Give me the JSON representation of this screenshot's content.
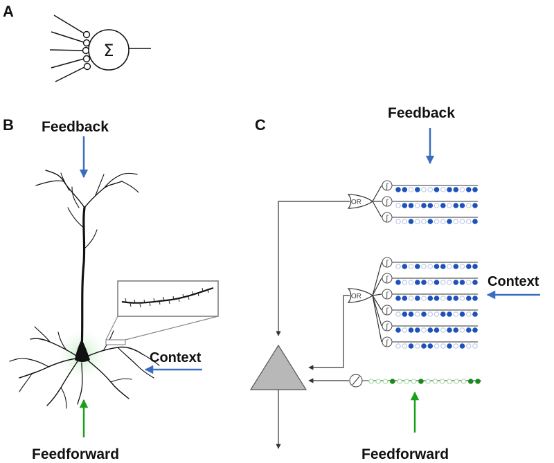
{
  "panels": {
    "a": {
      "letter": "A",
      "summation_symbol": "Σ",
      "input_count": 5
    },
    "b": {
      "letter": "B",
      "feedback_label": "Feedback",
      "context_label": "Context",
      "feedforward_label": "Feedforward"
    },
    "c": {
      "letter": "C",
      "feedback_label": "Feedback",
      "context_label": "Context",
      "feedforward_label": "Feedforward",
      "or_gate_label": "OR",
      "threshold_glyph": "ʃ",
      "feedback_segments": [
        [
          1,
          1,
          0,
          1,
          0,
          0,
          1,
          0,
          1,
          1,
          0,
          1,
          1
        ],
        [
          0,
          1,
          1,
          0,
          1,
          1,
          0,
          1,
          0,
          1,
          1,
          0,
          1
        ],
        [
          0,
          0,
          1,
          0,
          0,
          1,
          0,
          0,
          1,
          0,
          0,
          0,
          1
        ]
      ],
      "context_segments": [
        [
          0,
          1,
          0,
          1,
          0,
          0,
          1,
          1,
          0,
          1,
          0,
          1,
          1
        ],
        [
          1,
          0,
          0,
          1,
          1,
          0,
          1,
          0,
          0,
          1,
          1,
          0,
          1
        ],
        [
          1,
          1,
          0,
          1,
          0,
          1,
          1,
          0,
          1,
          1,
          0,
          1,
          1
        ],
        [
          0,
          1,
          1,
          0,
          1,
          0,
          0,
          1,
          1,
          0,
          1,
          0,
          1
        ],
        [
          1,
          0,
          1,
          1,
          0,
          1,
          1,
          0,
          1,
          1,
          0,
          1,
          1
        ],
        [
          0,
          0,
          1,
          0,
          1,
          1,
          0,
          0,
          1,
          0,
          1,
          0,
          0
        ]
      ],
      "feedforward_segment": [
        0,
        0,
        0,
        1,
        0,
        0,
        0,
        1,
        0,
        0,
        0,
        0,
        0,
        0,
        1,
        1
      ]
    }
  },
  "colors": {
    "feedback_arrow": "#3a6cc0",
    "feedforward_arrow": "#18a018",
    "synapse_active": "#1f52b8",
    "synapse_inactive": "#b9c9ea",
    "ff_active": "#1a8a1a",
    "ff_inactive": "#a6dca6",
    "soma_fill": "#b8b8b8",
    "soma_glow": "#cfeecf"
  }
}
